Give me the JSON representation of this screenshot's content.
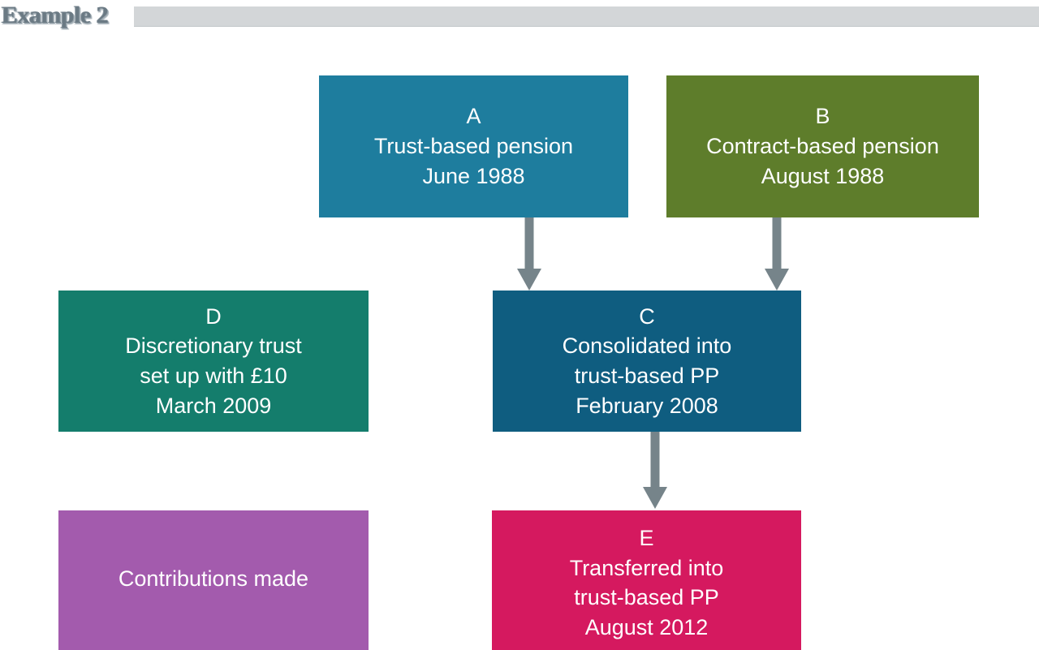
{
  "header": {
    "title": "Example 2",
    "bar_color": "#d3d6d8",
    "title_color": "#6b7a84"
  },
  "diagram": {
    "type": "flowchart",
    "arrow_color": "#76848a",
    "nodes": [
      {
        "id": "A",
        "key": "a",
        "label": "A",
        "lines": [
          "A",
          "Trust-based pension",
          "June 1988"
        ],
        "line1": "A",
        "line2": "Trust-based pension",
        "line3": "June 1988",
        "color": "#1e7d9e"
      },
      {
        "id": "B",
        "key": "b",
        "label": "B",
        "lines": [
          "B",
          "Contract-based pension",
          "August 1988"
        ],
        "line1": "B",
        "line2": "Contract-based pension",
        "line3": "August 1988",
        "color": "#5e7d2b"
      },
      {
        "id": "D",
        "key": "d",
        "label": "D",
        "lines": [
          "D",
          "Discretionary trust",
          "set up with £10",
          "March 2009"
        ],
        "line1": "D",
        "line2": "Discretionary trust",
        "line3": "set up with £10",
        "line4": "March 2009",
        "color": "#147d6c"
      },
      {
        "id": "C",
        "key": "c",
        "label": "C",
        "lines": [
          "C",
          "Consolidated into",
          "trust-based PP",
          "February 2008"
        ],
        "line1": "C",
        "line2": "Consolidated into",
        "line3": "trust-based PP",
        "line4": "February 2008",
        "color": "#0f5d80"
      },
      {
        "id": "CONTRIB",
        "key": "contrib",
        "label": "Contributions made",
        "lines": [
          "Contributions made"
        ],
        "line1": "Contributions made",
        "color": "#a35bad"
      },
      {
        "id": "E",
        "key": "e",
        "label": "E",
        "lines": [
          "E",
          "Transferred into",
          "trust-based PP",
          "August 2012"
        ],
        "line1": "E",
        "line2": "Transferred into",
        "line3": "trust-based PP",
        "line4": "August 2012",
        "color": "#d5195f"
      }
    ],
    "arrows": [
      {
        "from": "A",
        "to": "C",
        "name": "arrow-a-to-c"
      },
      {
        "from": "B",
        "to": "C",
        "name": "arrow-b-to-c"
      },
      {
        "from": "C",
        "to": "E",
        "name": "arrow-c-to-e"
      }
    ]
  }
}
